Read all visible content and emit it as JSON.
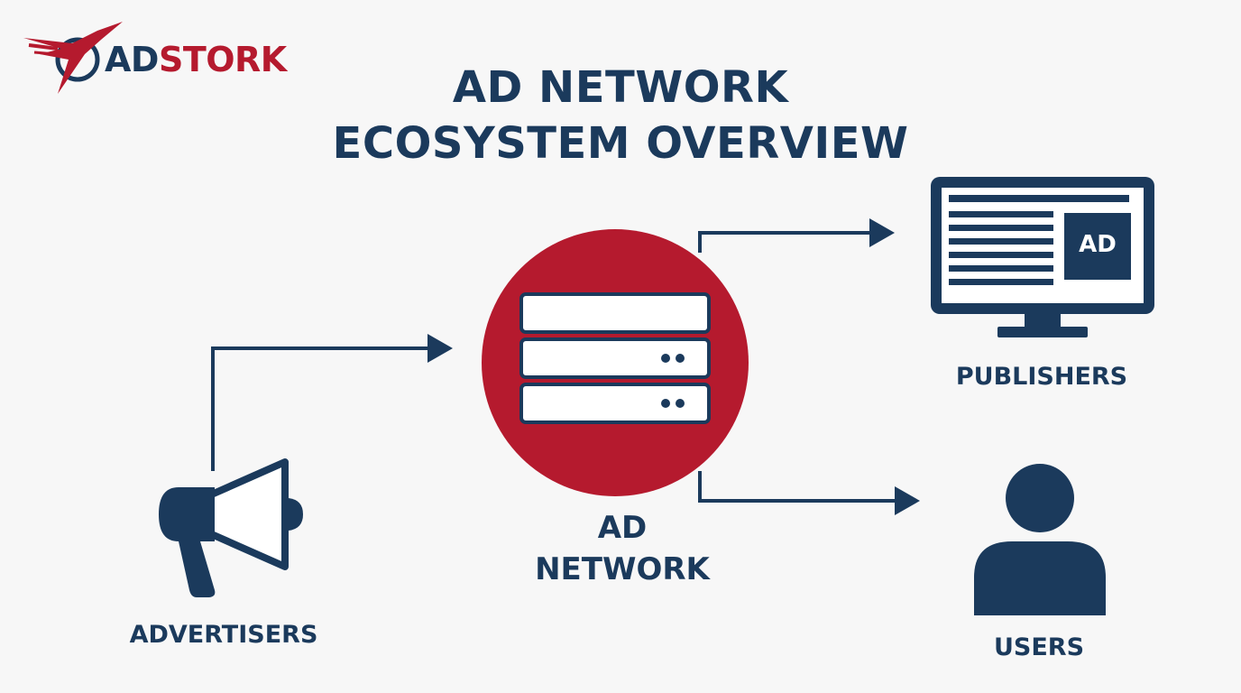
{
  "brand": {
    "part1": "AD",
    "part2": "STORK"
  },
  "title": {
    "line1": "AD NETWORK",
    "line2": "ECOSYSTEM OVERVIEW"
  },
  "nodes": {
    "advertisers": "ADVERTISERS",
    "ad_network": {
      "line1": "AD",
      "line2": "NETWORK"
    },
    "publishers": "PUBLISHERS",
    "users": "USERS"
  },
  "publisher_ad_text": "AD",
  "colors": {
    "navy": "#1b3a5c",
    "red": "#b51a2e",
    "background": "#f7f7f7"
  },
  "icons": [
    "stork-logo-icon",
    "megaphone-icon",
    "server-icon",
    "monitor-icon",
    "user-icon"
  ]
}
